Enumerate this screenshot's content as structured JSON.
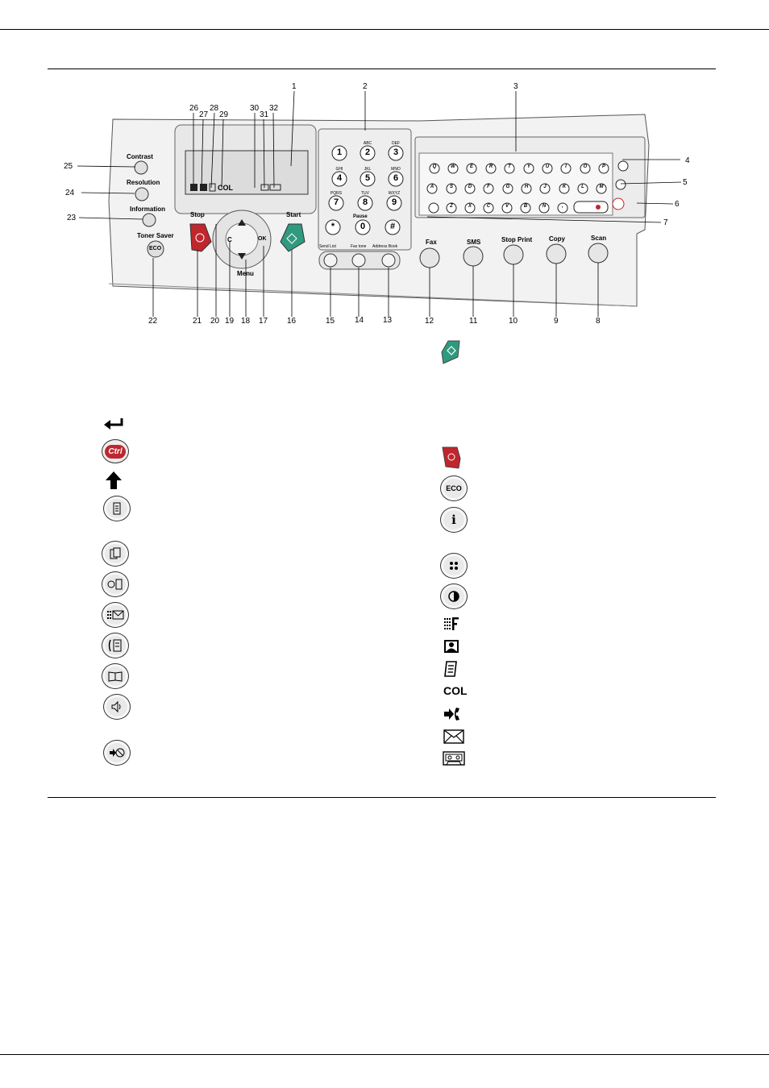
{
  "panel": {
    "lcd_icons_text": "COL",
    "labels": {
      "contrast": "Contrast",
      "resolution": "Resolution",
      "information": "Information",
      "toner_saver": "Toner Saver",
      "eco": "ECO",
      "stop": "Stop",
      "start": "Start",
      "menu": "Menu",
      "c": "C",
      "ok": "OK",
      "send_list": "Send List",
      "fax_tone": "Fax tone",
      "address_book": "Address Book",
      "fax": "Fax",
      "sms": "SMS",
      "stop_print": "Stop Print",
      "copy": "Copy",
      "scan": "Scan",
      "pause": "Pause",
      "ctrl": "Ctrl"
    },
    "keypad": [
      {
        "digit": "1",
        "letters": ""
      },
      {
        "digit": "2",
        "letters": "ABC"
      },
      {
        "digit": "3",
        "letters": "DEF"
      },
      {
        "digit": "4",
        "letters": "GHI"
      },
      {
        "digit": "5",
        "letters": "JKL"
      },
      {
        "digit": "6",
        "letters": "MNO"
      },
      {
        "digit": "7",
        "letters": "PQRS"
      },
      {
        "digit": "8",
        "letters": "TUV"
      },
      {
        "digit": "9",
        "letters": "WXYZ"
      },
      {
        "digit": "*",
        "letters": ""
      },
      {
        "digit": "0",
        "letters": ""
      },
      {
        "digit": "#",
        "letters": ""
      }
    ],
    "keyboard_rows": [
      [
        "Q",
        "W",
        "E",
        "R",
        "T",
        "Y",
        "U",
        "I",
        "O",
        "P"
      ],
      [
        "A",
        "S",
        "D",
        "F",
        "G",
        "H",
        "J",
        "K",
        "L",
        "M"
      ],
      [
        "Z",
        "X",
        "C",
        "V",
        "B",
        "N",
        ","
      ]
    ],
    "callouts_top": [
      "26",
      "27",
      "28",
      "29",
      "30",
      "31",
      "32",
      "1",
      "2",
      "3"
    ],
    "callouts_right": [
      "4",
      "5",
      "6",
      "7"
    ],
    "callouts_left": [
      "25",
      "24",
      "23"
    ],
    "callouts_bottom": [
      "22",
      "21",
      "20",
      "19",
      "18",
      "17",
      "16",
      "15",
      "14",
      "13",
      "12",
      "11",
      "10",
      "9",
      "8"
    ]
  },
  "legend": {
    "left": [
      {
        "icon": "enter-icon"
      },
      {
        "icon": "ctrl-icon",
        "text": "Ctrl"
      },
      {
        "icon": "shift-arrow-icon"
      },
      {
        "icon": "scan-button-icon"
      },
      {
        "icon": "copy-button-icon"
      },
      {
        "icon": "stop-print-button-icon"
      },
      {
        "icon": "sms-button-icon"
      },
      {
        "icon": "fax-button-icon"
      },
      {
        "icon": "address-book-button-icon"
      },
      {
        "icon": "fax-tone-button-icon"
      },
      {
        "icon": "send-list-button-icon"
      }
    ],
    "right": [
      {
        "icon": "start-button-icon"
      },
      {
        "icon": "stop-button-icon"
      },
      {
        "icon": "eco-button-icon",
        "text": "ECO"
      },
      {
        "icon": "information-button-icon"
      },
      {
        "icon": "resolution-button-icon"
      },
      {
        "icon": "contrast-button-icon"
      },
      {
        "icon": "fine-resolution-lcd-icon"
      },
      {
        "icon": "photo-lcd-icon"
      },
      {
        "icon": "document-lcd-icon"
      },
      {
        "icon": "col-lcd-text",
        "text": "COL"
      },
      {
        "icon": "phone-lcd-icon"
      },
      {
        "icon": "envelope-lcd-icon"
      },
      {
        "icon": "cassette-lcd-icon"
      }
    ]
  }
}
